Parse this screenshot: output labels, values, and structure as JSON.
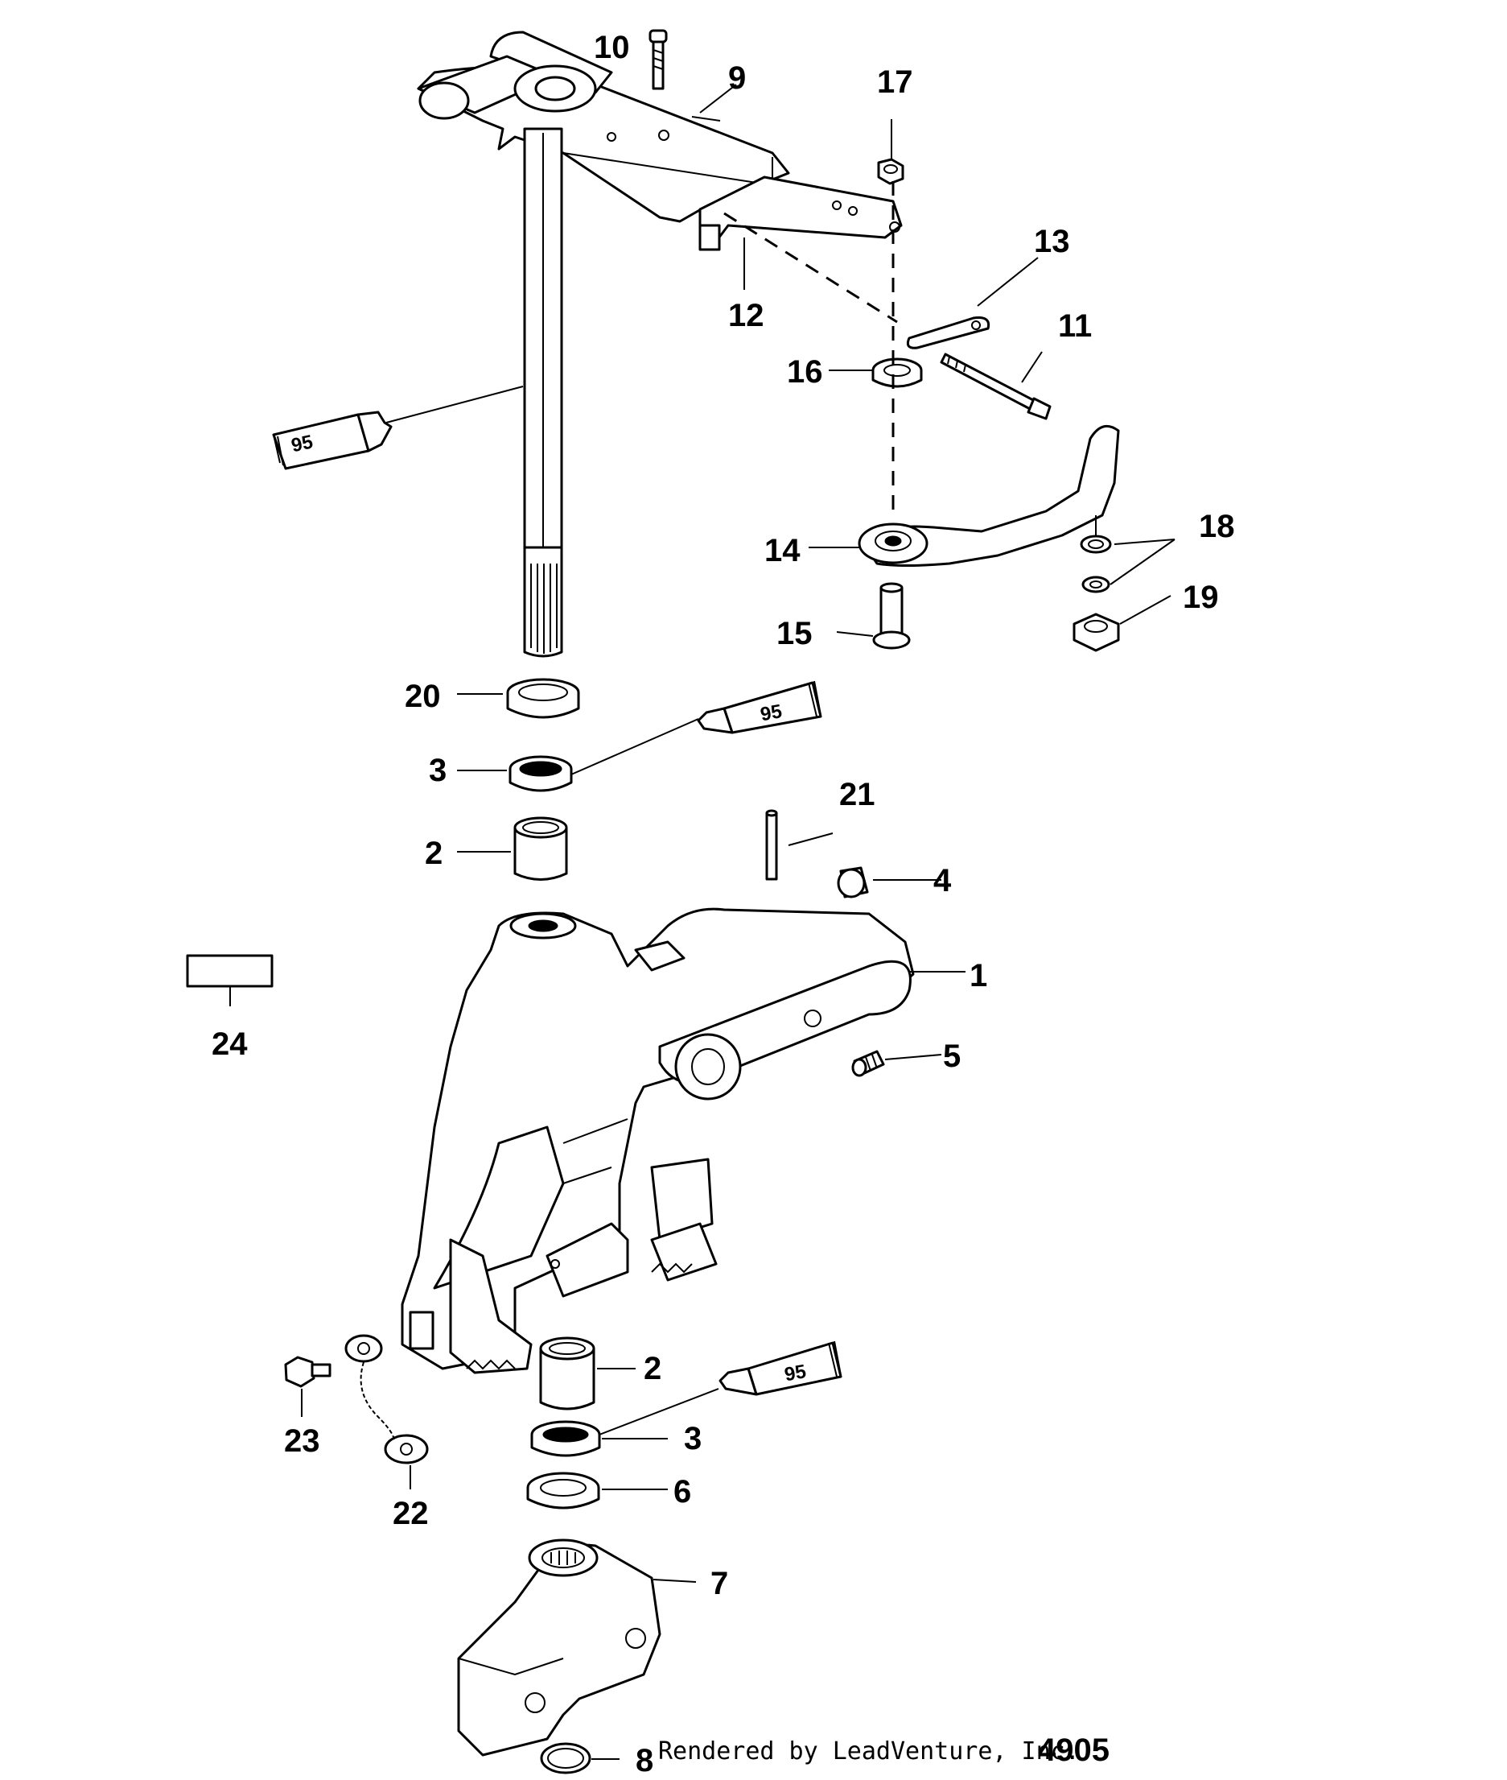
{
  "callouts": {
    "c1": "1",
    "c2a": "2",
    "c2b": "2",
    "c3a": "3",
    "c3b": "3",
    "c4": "4",
    "c5": "5",
    "c6": "6",
    "c7": "7",
    "c8": "8",
    "c9": "9",
    "c10": "10",
    "c11": "11",
    "c12": "12",
    "c13": "13",
    "c14": "14",
    "c15": "15",
    "c16": "16",
    "c17": "17",
    "c18": "18",
    "c19": "19",
    "c20": "20",
    "c21": "21",
    "c22": "22",
    "c23": "23",
    "c24": "24"
  },
  "lubricant_tubes": {
    "t1": "95",
    "t2": "95",
    "t3": "95"
  },
  "credit": "Rendered by LeadVenture, Inc.",
  "figure_number": "4905"
}
